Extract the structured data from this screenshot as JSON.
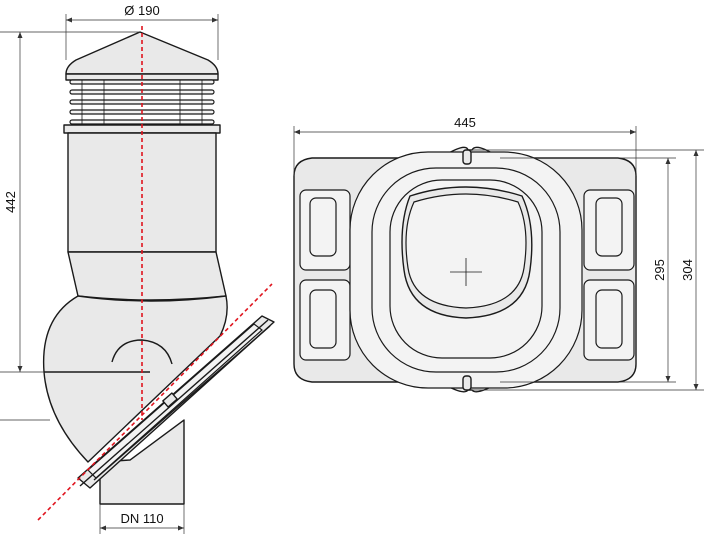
{
  "dimensions": {
    "diameter": "Ø 190",
    "height": "442",
    "dn": "DN 110",
    "width": "445",
    "inner_depth": "295",
    "outer_depth": "304"
  },
  "colors": {
    "outline": "#1a1a1a",
    "fill": "#e9e9e9",
    "axis": "#e0141e"
  }
}
